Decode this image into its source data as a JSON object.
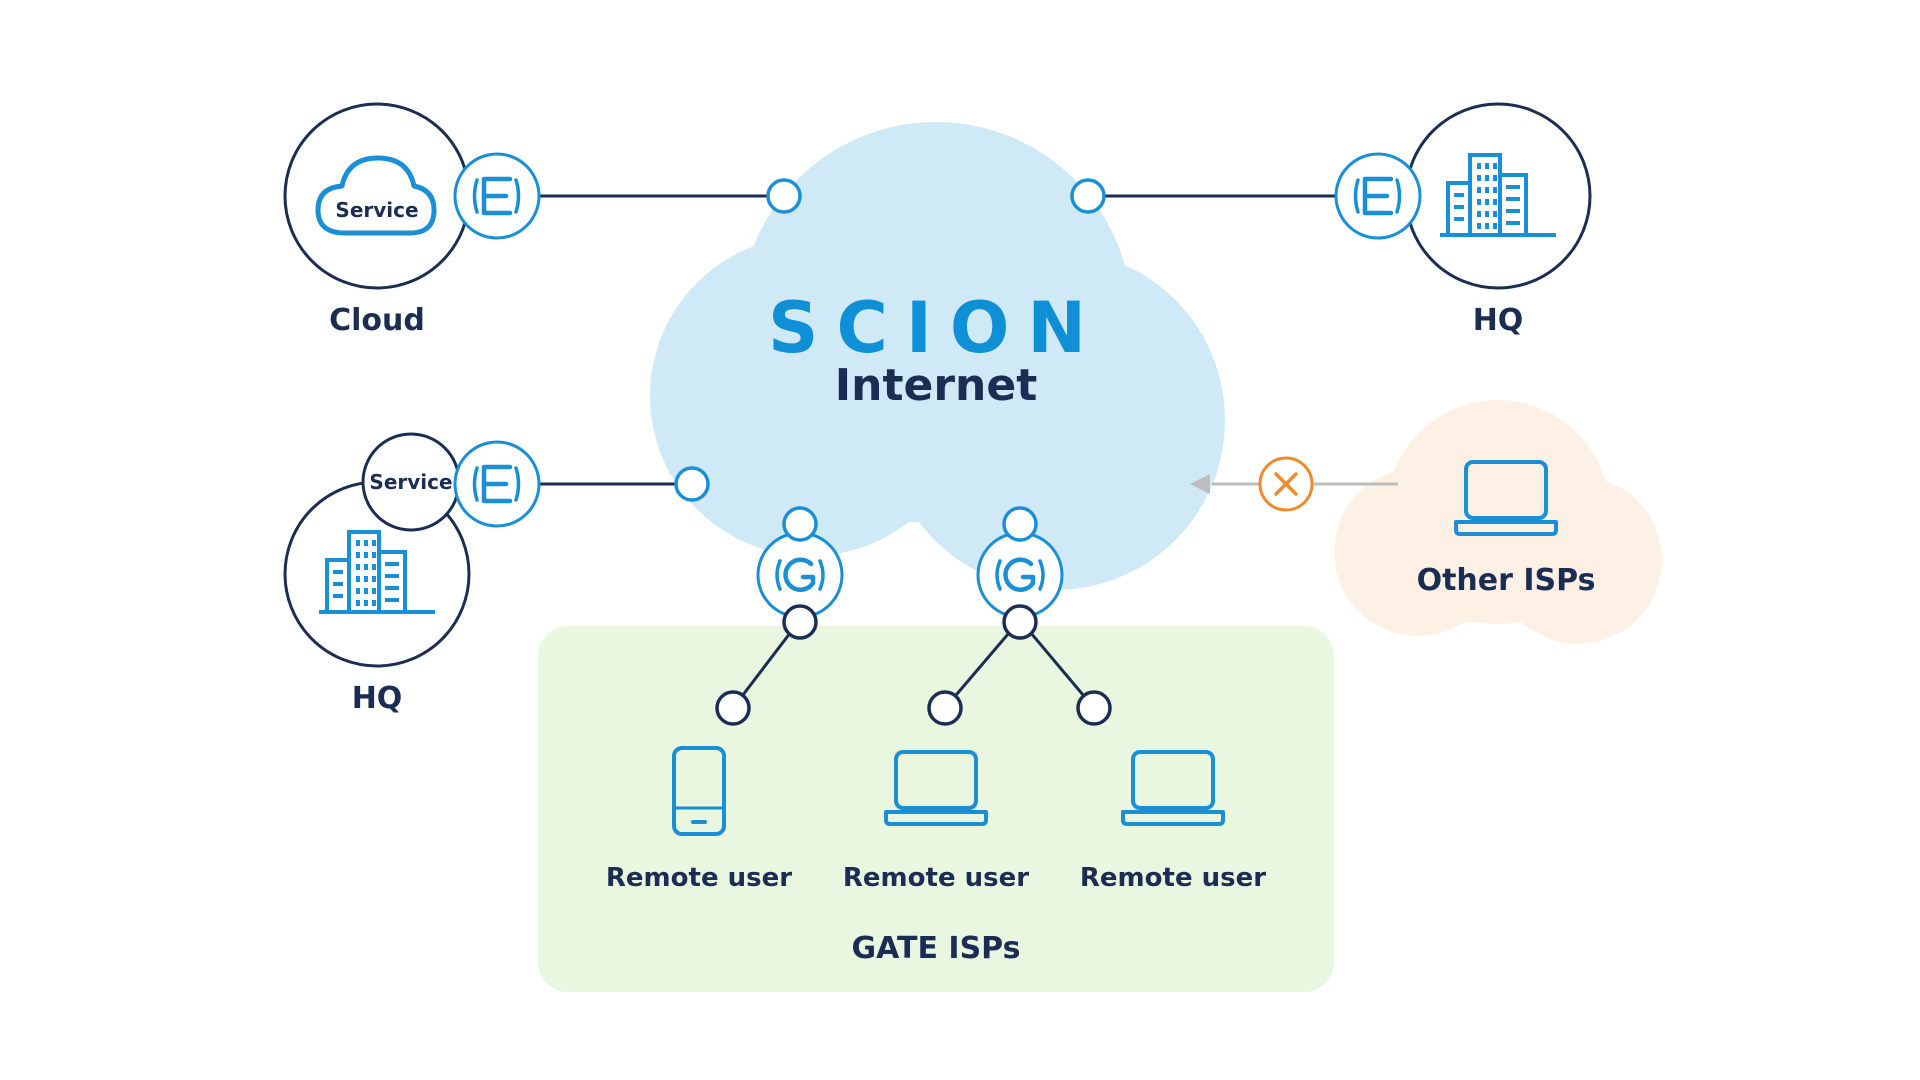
{
  "colors": {
    "navy": "#1b2d52",
    "blue": "#1a8fd6",
    "cloud_fill": "#cfe9f6",
    "green_fill": "#e9f7e1",
    "peach_fill": "#fdf1e5",
    "orange": "#f08a2c",
    "arrow_gray": "#bdbdbd"
  },
  "internet": {
    "title": "SCION",
    "subtitle": "Internet"
  },
  "sites": {
    "cloud": {
      "label": "Cloud",
      "service_label": "Service",
      "edge_icon": "e-edge-icon",
      "main_icon": "service-cloud-icon"
    },
    "hq_right": {
      "label": "HQ",
      "edge_icon": "e-edge-icon",
      "main_icon": "building-icon"
    },
    "hq_left": {
      "label": "HQ",
      "service_label": "Service",
      "edge_icon": "e-edge-icon",
      "main_icon": "building-icon"
    }
  },
  "other_isps": {
    "label": "Other ISPs",
    "icon": "laptop-icon",
    "blocked_icon": "x-blocked-icon"
  },
  "gate_isps": {
    "label": "GATE ISPs",
    "gateway_icon": "g-gateway-icon",
    "users": [
      {
        "label": "Remote user",
        "icon": "phone-icon"
      },
      {
        "label": "Remote user",
        "icon": "laptop-icon"
      },
      {
        "label": "Remote user",
        "icon": "laptop-icon"
      }
    ]
  }
}
